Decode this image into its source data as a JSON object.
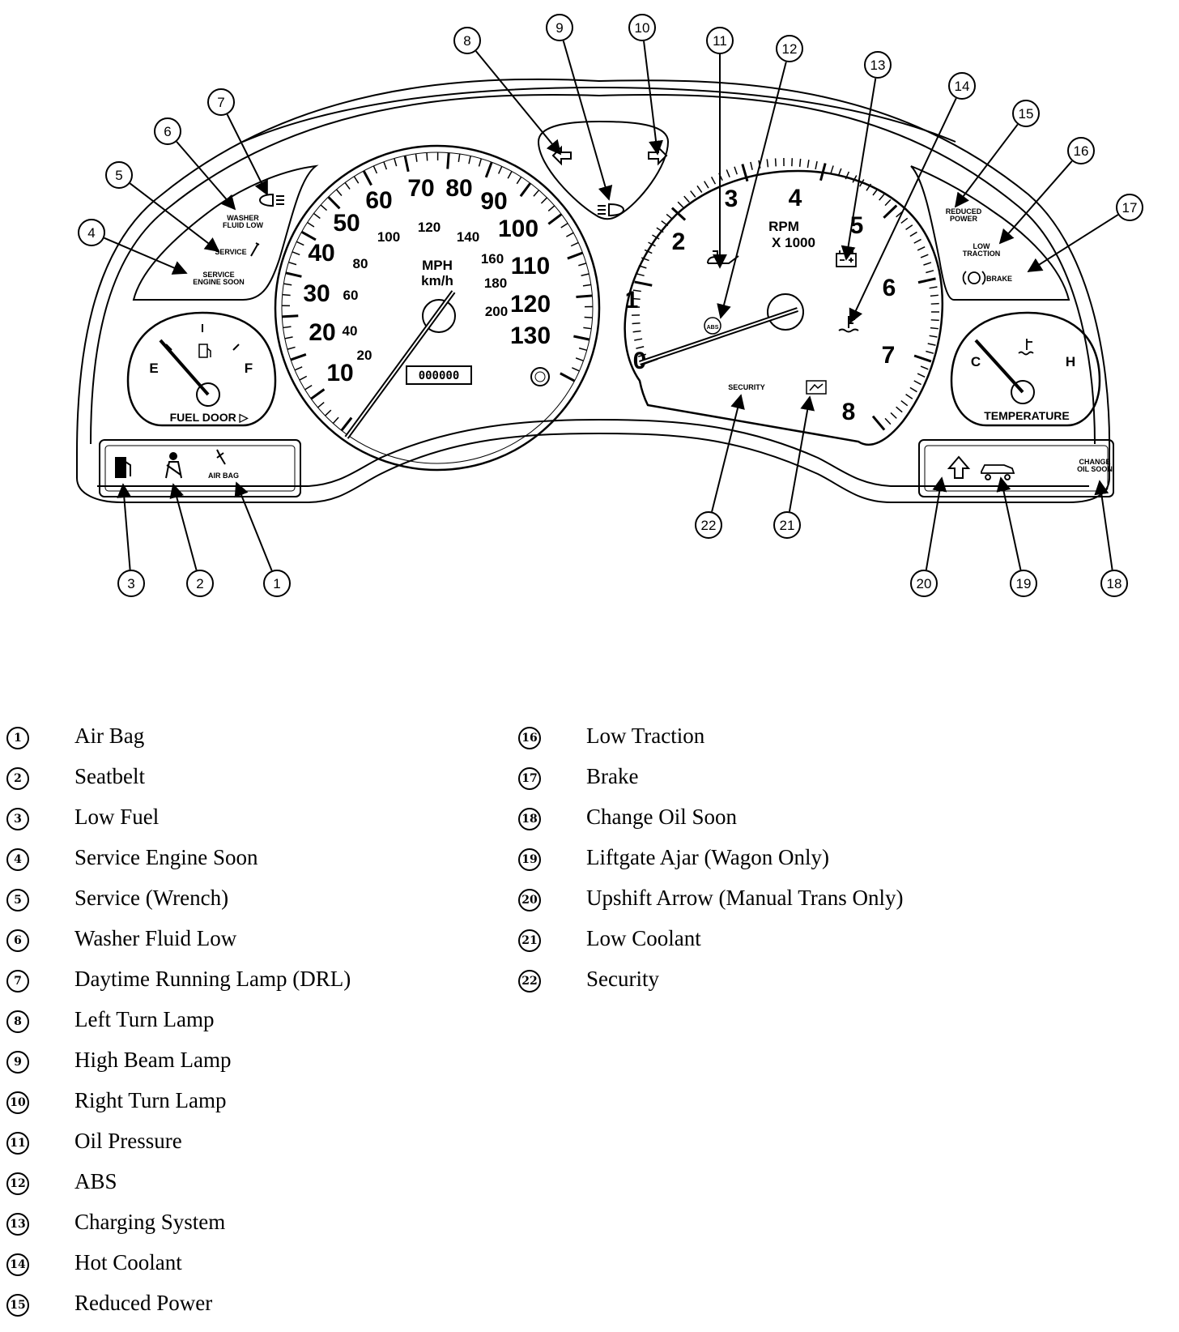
{
  "cluster": {
    "speedometer": {
      "mph_labels": [
        "10",
        "20",
        "30",
        "40",
        "50",
        "60",
        "70",
        "80",
        "90",
        "100",
        "110",
        "120",
        "130"
      ],
      "kmh_labels": [
        "20",
        "40",
        "60",
        "80",
        "100",
        "120",
        "140",
        "160",
        "180",
        "200"
      ],
      "unit_mph": "MPH",
      "unit_kmh": "km/h",
      "odometer": "000000"
    },
    "tachometer": {
      "labels": [
        "0",
        "1",
        "2",
        "3",
        "4",
        "5",
        "6",
        "7",
        "8"
      ],
      "unit_line1": "RPM",
      "unit_line2": "X 1000"
    },
    "fuel_gauge": {
      "empty": "E",
      "full": "F",
      "caption": "FUEL DOOR ▷"
    },
    "temp_gauge": {
      "cold": "C",
      "hot": "H",
      "caption": "TEMPERATURE"
    },
    "indicators": {
      "washer_fluid_low": "WASHER FLUID LOW",
      "service": "SERVICE",
      "service_engine_soon": "SERVICE ENGINE SOON",
      "reduced_power": "REDUCED POWER",
      "low_traction": "LOW TRACTION",
      "brake": "BRAKE",
      "security": "SECURITY",
      "air_bag": "AIR BAG",
      "change_oil_soon": "CHANGE OIL SOON",
      "abs": "ABS"
    },
    "callouts": [
      "1",
      "2",
      "3",
      "4",
      "5",
      "6",
      "7",
      "8",
      "9",
      "10",
      "11",
      "12",
      "13",
      "14",
      "15",
      "16",
      "17",
      "18",
      "19",
      "20",
      "21",
      "22"
    ]
  },
  "legend": {
    "left": [
      {
        "num": "1",
        "label": "Air Bag"
      },
      {
        "num": "2",
        "label": "Seatbelt"
      },
      {
        "num": "3",
        "label": "Low Fuel"
      },
      {
        "num": "4",
        "label": "Service Engine Soon"
      },
      {
        "num": "5",
        "label": "Service (Wrench)"
      },
      {
        "num": "6",
        "label": "Washer Fluid Low"
      },
      {
        "num": "7",
        "label": "Daytime Running Lamp (DRL)"
      },
      {
        "num": "8",
        "label": "Left Turn Lamp"
      },
      {
        "num": "9",
        "label": "High Beam Lamp"
      },
      {
        "num": "10",
        "label": "Right Turn Lamp"
      },
      {
        "num": "11",
        "label": "Oil Pressure"
      },
      {
        "num": "12",
        "label": "ABS"
      },
      {
        "num": "13",
        "label": "Charging System"
      },
      {
        "num": "14",
        "label": "Hot Coolant"
      },
      {
        "num": "15",
        "label": "Reduced Power"
      }
    ],
    "right": [
      {
        "num": "16",
        "label": "Low Traction"
      },
      {
        "num": "17",
        "label": "Brake"
      },
      {
        "num": "18",
        "label": "Change Oil Soon"
      },
      {
        "num": "19",
        "label": "Liftgate Ajar (Wagon Only)"
      },
      {
        "num": "20",
        "label": "Upshift Arrow (Manual Trans Only)"
      },
      {
        "num": "21",
        "label": "Low Coolant"
      },
      {
        "num": "22",
        "label": "Security"
      }
    ]
  }
}
